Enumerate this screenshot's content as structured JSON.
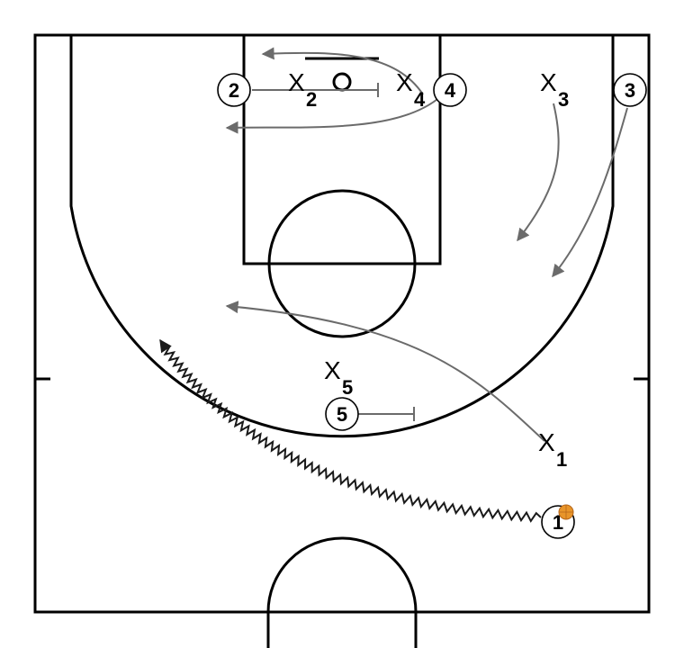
{
  "players": {
    "p1": "1",
    "p2": "2",
    "p3": "3",
    "p4": "4",
    "p5": "5"
  },
  "defenders": {
    "x1": {
      "letter": "X",
      "num": "1"
    },
    "x2": {
      "letter": "X",
      "num": "2"
    },
    "x3": {
      "letter": "X",
      "num": "3"
    },
    "x4": {
      "letter": "X",
      "num": "4"
    },
    "x5": {
      "letter": "X",
      "num": "5"
    }
  },
  "colors": {
    "court": "#000000",
    "movement": "#6b6b6b",
    "ball": "#e8952a"
  }
}
